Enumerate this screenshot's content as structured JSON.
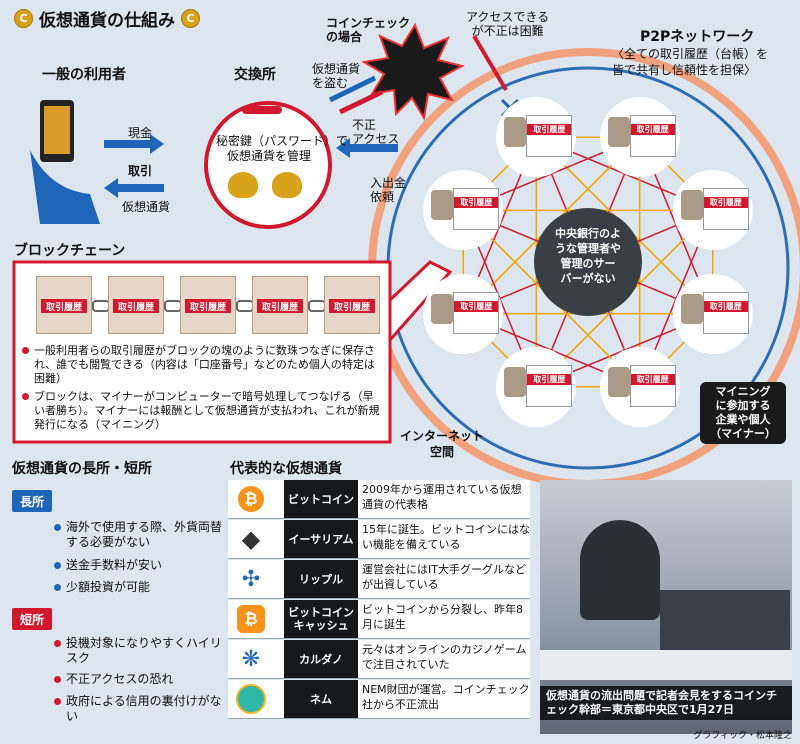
{
  "title": "仮想通貨の仕組み",
  "coin_icon": "C",
  "general_user": "一般の利用者",
  "exchange": "交換所",
  "coincheck_case": "コインチェック\nの場合",
  "stolen": "仮想通貨\nを盗む",
  "illegal_access": "不正\nアクセス",
  "access_possible": "アクセスできる\nが不正は困難",
  "p2p_title": "P2Pネットワーク",
  "p2p_desc": "〈全ての取引履歴（台帳）を\n皆で共有し信頼性を担保〉",
  "cash": "現金",
  "trade": "取引",
  "virtual_currency": "仮想通貨",
  "secret_key": "秘密鍵（パスワード）で\n仮想通貨を管理",
  "deposit": "入出金\n依頼",
  "central_bank": "中央銀行のよ\nうな管理者や\n管理のサー\nバーがない",
  "history": "取引履歴",
  "blockchain": "ブロックチェーン",
  "bc_text1": "一般利用者らの取引履歴がブロックの塊のように数珠つなぎに保存され、誰でも閲覧できる（内容は「口座番号」などのため個人の特定は困難）",
  "bc_text2": "ブロックは、マイナーがコンピューターで暗号処理してつなげる（早い者勝ち）。マイナーには報酬として仮想通貨が支払われ、これが新規発行になる（マイニング）",
  "miners": "マイニング\nに参加する\n企業や個人\n（マイナー）",
  "internet": "インターネット\n空間",
  "pros_cons_title": "仮想通貨の長所・短所",
  "pros_label": "長所",
  "pros": [
    "海外で使用する際、外貨両替する必要がない",
    "送金手数料が安い",
    "少額投資が可能"
  ],
  "cons_label": "短所",
  "cons": [
    "投機対象になりやすくハイリスク",
    "不正アクセスの恐れ",
    "政府による信用の裏付けがない"
  ],
  "rep_title": "代表的な仮想通貨",
  "currencies": [
    {
      "name": "ビットコイン",
      "desc": "2009年から運用されている仮想通貨の代表格",
      "icon": "bitcoin-icon"
    },
    {
      "name": "イーサリアム",
      "desc": "15年に誕生。ビットコインにはない機能を備えている",
      "icon": "ethereum-icon"
    },
    {
      "name": "リップル",
      "desc": "運営会社にはIT大手グーグルなどが出資している",
      "icon": "ripple-icon"
    },
    {
      "name": "ビットコイン\nキャッシュ",
      "desc": "ビットコインから分裂し、昨年8月に誕生",
      "icon": "bitcoin-cash-icon"
    },
    {
      "name": "カルダノ",
      "desc": "元々はオンラインのカジノゲームで注目されていた",
      "icon": "cardano-icon"
    },
    {
      "name": "ネム",
      "desc": "NEM財団が運営。コインチェック社から不正流出",
      "icon": "nem-icon"
    }
  ],
  "photo_caption": "仮想通貨の流出問題で記者会見をするコインチェック幹部＝東京都中央区で1月27日",
  "credit": "グラフィック・松本隆之",
  "colors": {
    "red": "#d2182e",
    "blue": "#1f66b8",
    "gold": "#d8a21a"
  }
}
